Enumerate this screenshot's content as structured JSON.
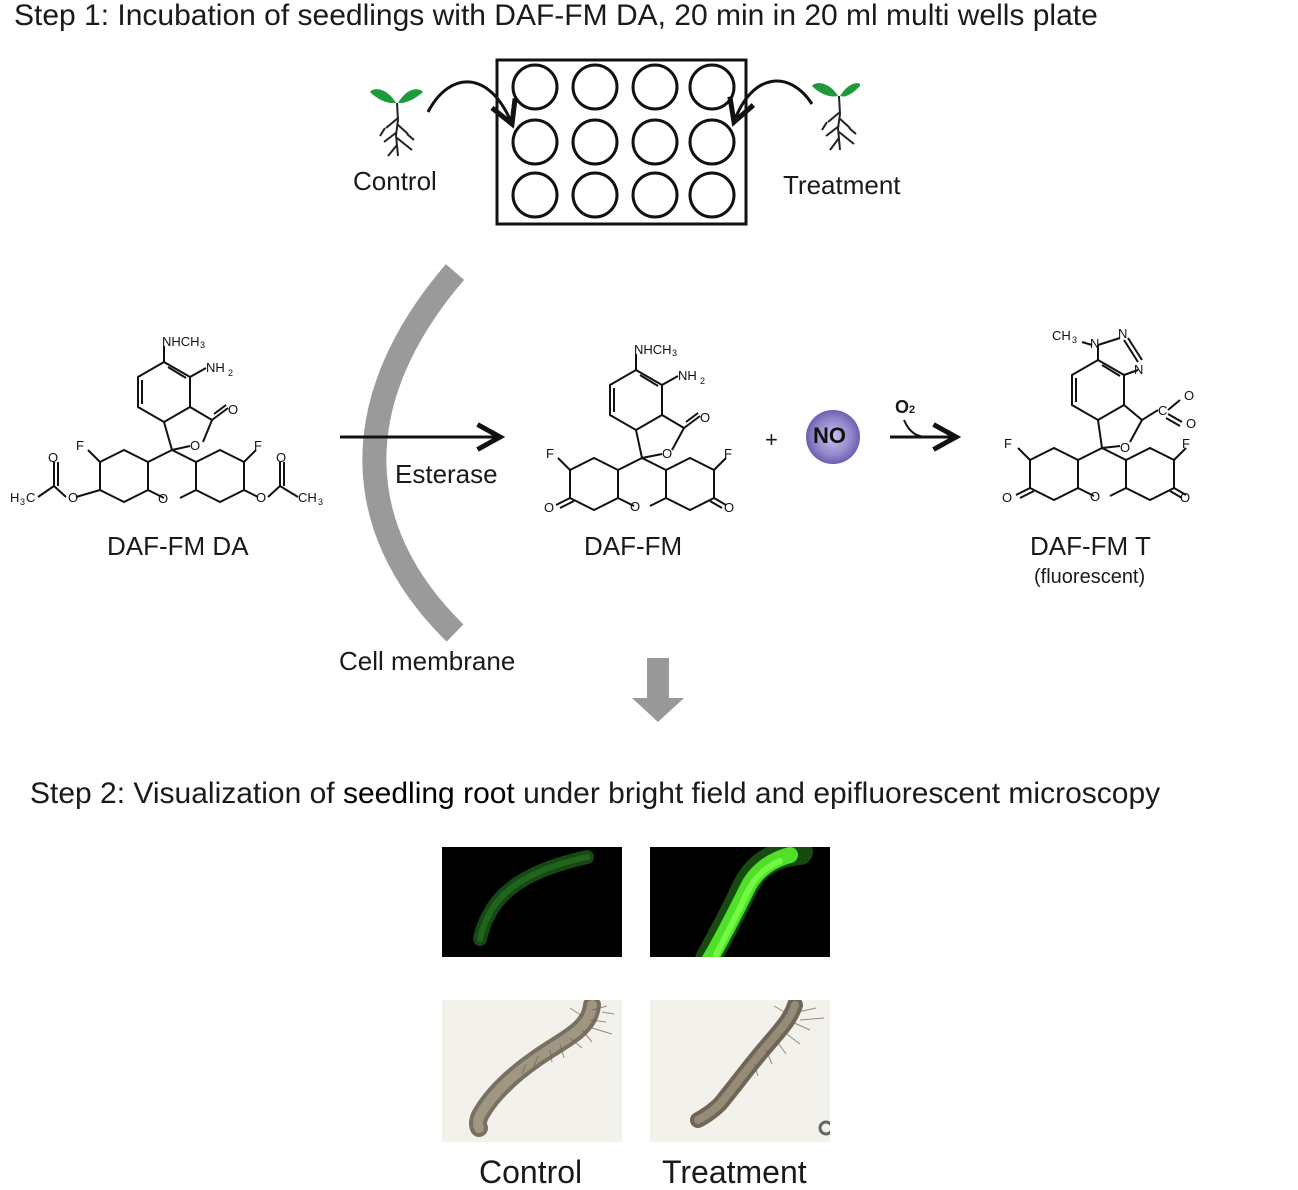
{
  "step1": {
    "title": "Step 1: Incubation of seedlings with DAF-FM DA, 20 min in 20 ml multi wells plate"
  },
  "plate": {
    "control_label": "Control",
    "treatment_label": "Treatment"
  },
  "reaction": {
    "reactant_label": "DAF-FM DA",
    "enzyme_label": "Esterase",
    "intermediate_label": "DAF-FM",
    "plus": "+",
    "no_label": "NO",
    "o2_label": "O",
    "o2_sub": "2",
    "product_label": "DAF-FM T",
    "product_note": "(fluorescent)",
    "membrane_label": "Cell membrane"
  },
  "molecules": {
    "nhch3": "NHCH",
    "nh2": "NH",
    "sub3": "3",
    "sub2": "2",
    "o": "O",
    "f": "F",
    "h3c": "H",
    "ch3": "CH",
    "ch3_tail": "C",
    "c": "C",
    "n": "N",
    "o_minus": "O"
  },
  "step2": {
    "title_before": "Step 2: Visualization of ",
    "title_highlight": "seedling root",
    "title_after": " under bright field and epifluorescent microscopy"
  },
  "images": {
    "control_caption": "Control",
    "treatment_caption": "Treatment"
  },
  "colors": {
    "leaf": "#1e9a3c",
    "arrow_gray": "#999999",
    "membrane": "#9a9a9a",
    "fluorescence": "#4fe02a",
    "no_blob": "#9a8fd0"
  }
}
